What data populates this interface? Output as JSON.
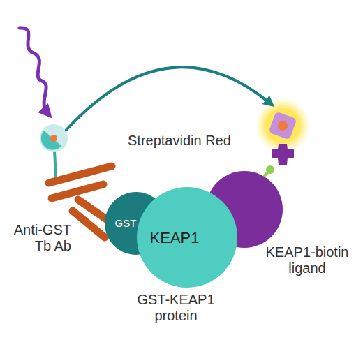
{
  "diagram": {
    "nodes": [
      {
        "text": [
          "Anti-GST Tb Ab"
        ]
      },
      {
        "text": [
          "GST"
        ]
      },
      {
        "text": [
          "KEAP1",
          "GST-KEAP1 protein"
        ]
      },
      {
        "text": [
          "KEAP1-biotin ligand"
        ]
      },
      {
        "text": [
          "Streptavidin Red"
        ]
      }
    ],
    "edges": [
      {
        "from": 0,
        "to": 4,
        "arrow": "to"
      }
    ]
  }
}
